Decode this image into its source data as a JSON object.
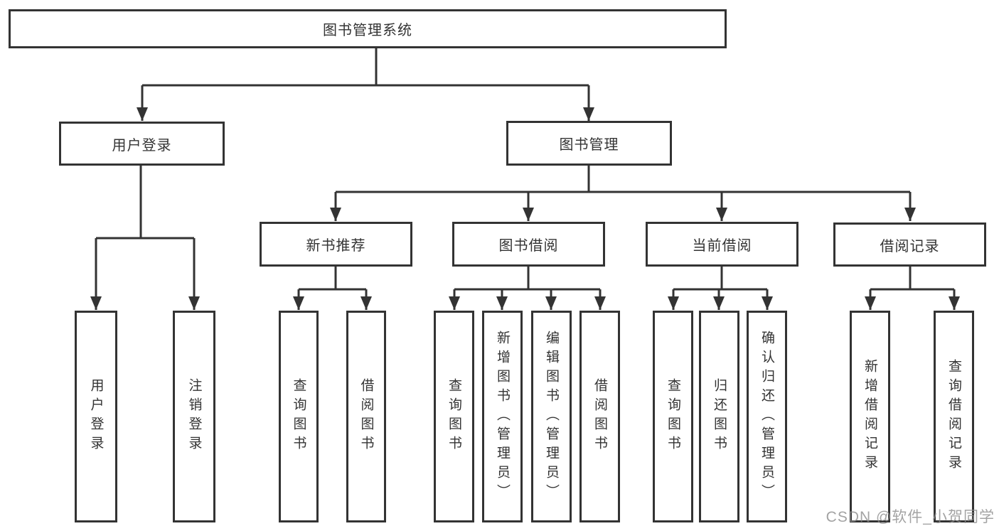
{
  "diagram": {
    "root_label": "图书管理系统",
    "user_login": {
      "label": "用户登录",
      "children": [
        "用户登录",
        "注销登录"
      ]
    },
    "book_management": {
      "label": "图书管理",
      "sections": [
        {
          "label": "新书推荐",
          "children": [
            "查询图书",
            "借阅图书"
          ]
        },
        {
          "label": "图书借阅",
          "children": [
            "查询图书",
            "新增图书（管理员）",
            "编辑图书（管理员）",
            "借阅图书"
          ]
        },
        {
          "label": "当前借阅",
          "children": [
            "查询图书",
            "归还图书",
            "确认归还（管理员）"
          ]
        },
        {
          "label": "借阅记录",
          "children": [
            "新增借阅记录",
            "查询借阅记录"
          ]
        }
      ]
    },
    "line_color": "#333333"
  },
  "watermark": "CSDN @软件_小贺同学"
}
